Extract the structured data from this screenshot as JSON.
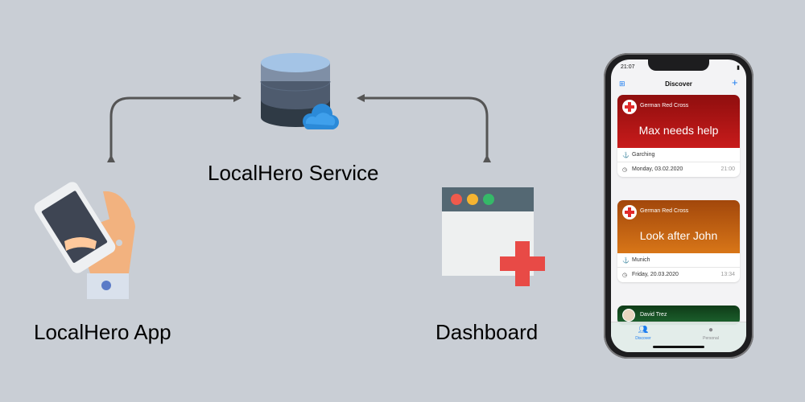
{
  "diagram": {
    "service_label": "LocalHero Service",
    "app_label": "LocalHero App",
    "dashboard_label": "Dashboard"
  },
  "phone": {
    "status_time": "21:07",
    "nav_title": "Discover",
    "cards": [
      {
        "org": "German Red Cross",
        "title": "Max needs help",
        "location": "Garching",
        "date": "Monday, 03.02.2020",
        "time": "21:00",
        "theme": "red"
      },
      {
        "org": "German Red Cross",
        "title": "Look after John",
        "location": "Munich",
        "date": "Friday, 20.03.2020",
        "time": "13:34",
        "theme": "orange"
      },
      {
        "org": "David Trez",
        "theme": "green"
      }
    ],
    "tabs": [
      {
        "label": "Discover",
        "icon": "people-icon",
        "active": true
      },
      {
        "label": "Personal",
        "icon": "person-icon",
        "active": false
      }
    ]
  },
  "icons": [
    "database-cloud-icon",
    "hand-phone-icon",
    "browser-window-icon",
    "red-cross-icon",
    "anchor-icon",
    "clock-icon",
    "map-icon",
    "plus-icon"
  ]
}
